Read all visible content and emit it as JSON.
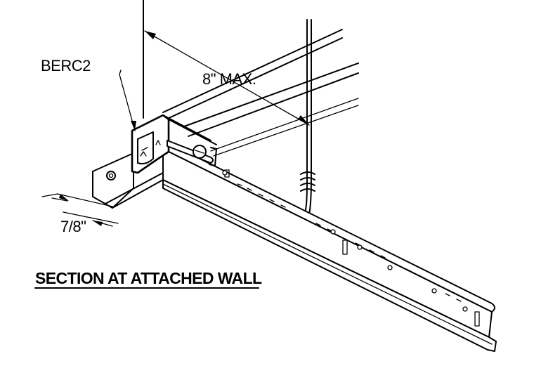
{
  "labels": {
    "clip_callout": "BERC2",
    "spacing_dimension": "8\" MAX.",
    "flange_dimension": "7/8\"",
    "section_title": "SECTION AT ATTACHED WALL"
  }
}
